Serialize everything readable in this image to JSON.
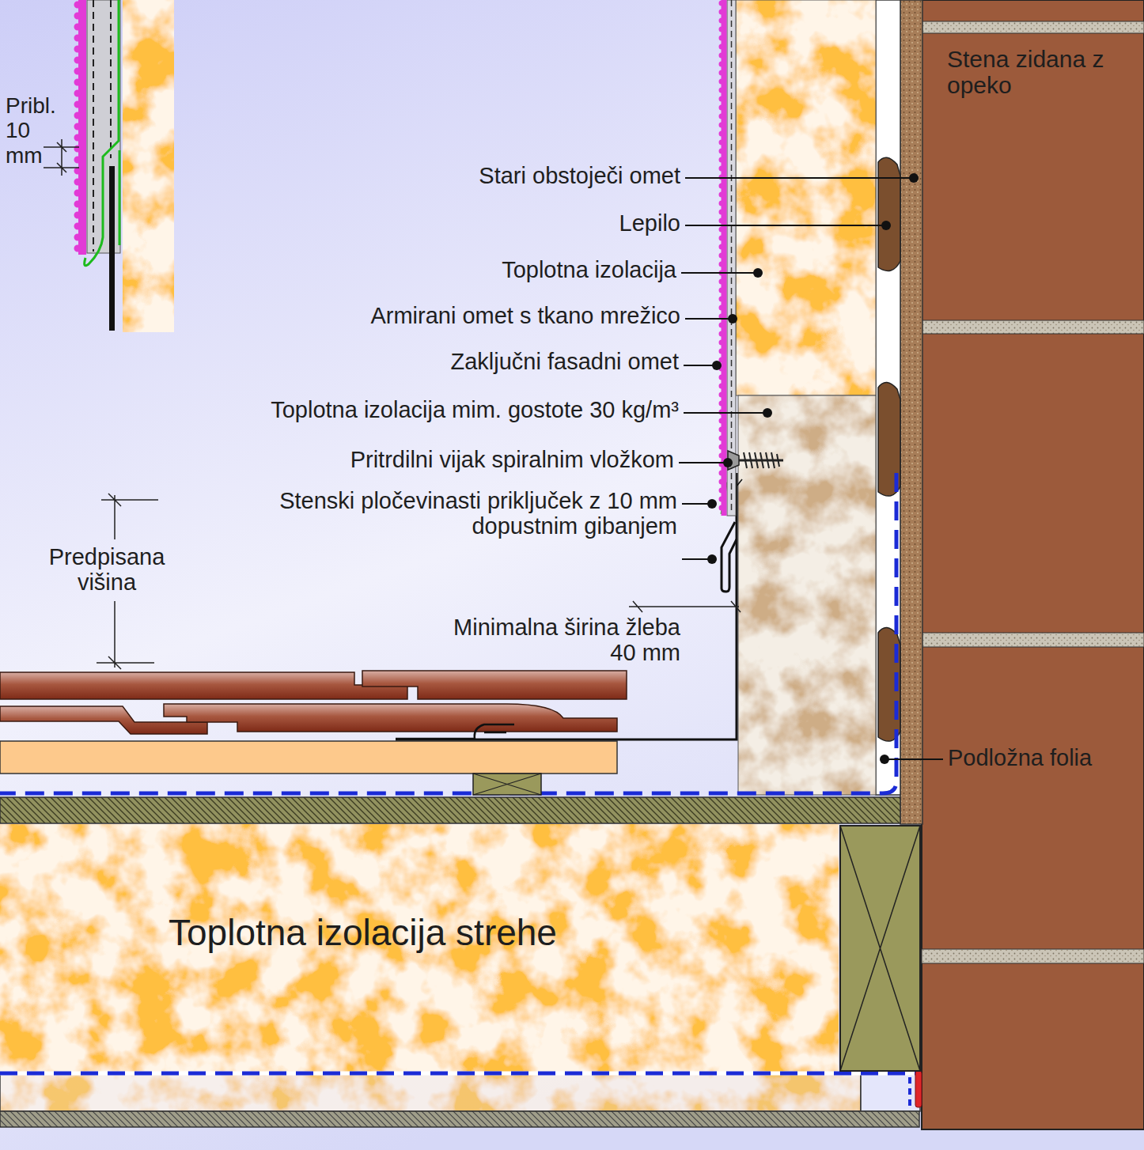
{
  "diagram": {
    "nodes": [
      {
        "text": [
          "Stena zidana z opeko"
        ]
      },
      {
        "text": [
          "Toplotna izolacija strehe"
        ]
      }
    ],
    "labels": [
      "Pribl. 10 mm",
      "Stari obstoječi omet",
      "Lepilo",
      "Toplotna izolacija",
      "Armirani omet s tkano mrežico",
      "Zaključni fasadni omet",
      "Toplotna izolacija mim. gostote 30 kg/m³",
      "Pritrdilni vijak spiralnim vložkom",
      "Stenski pločevinasti priključek z 10 mm dopustnim gibanjem",
      "Predpisana višina",
      "Minimalna širina žleba 40 mm",
      "Podložna folia"
    ]
  }
}
